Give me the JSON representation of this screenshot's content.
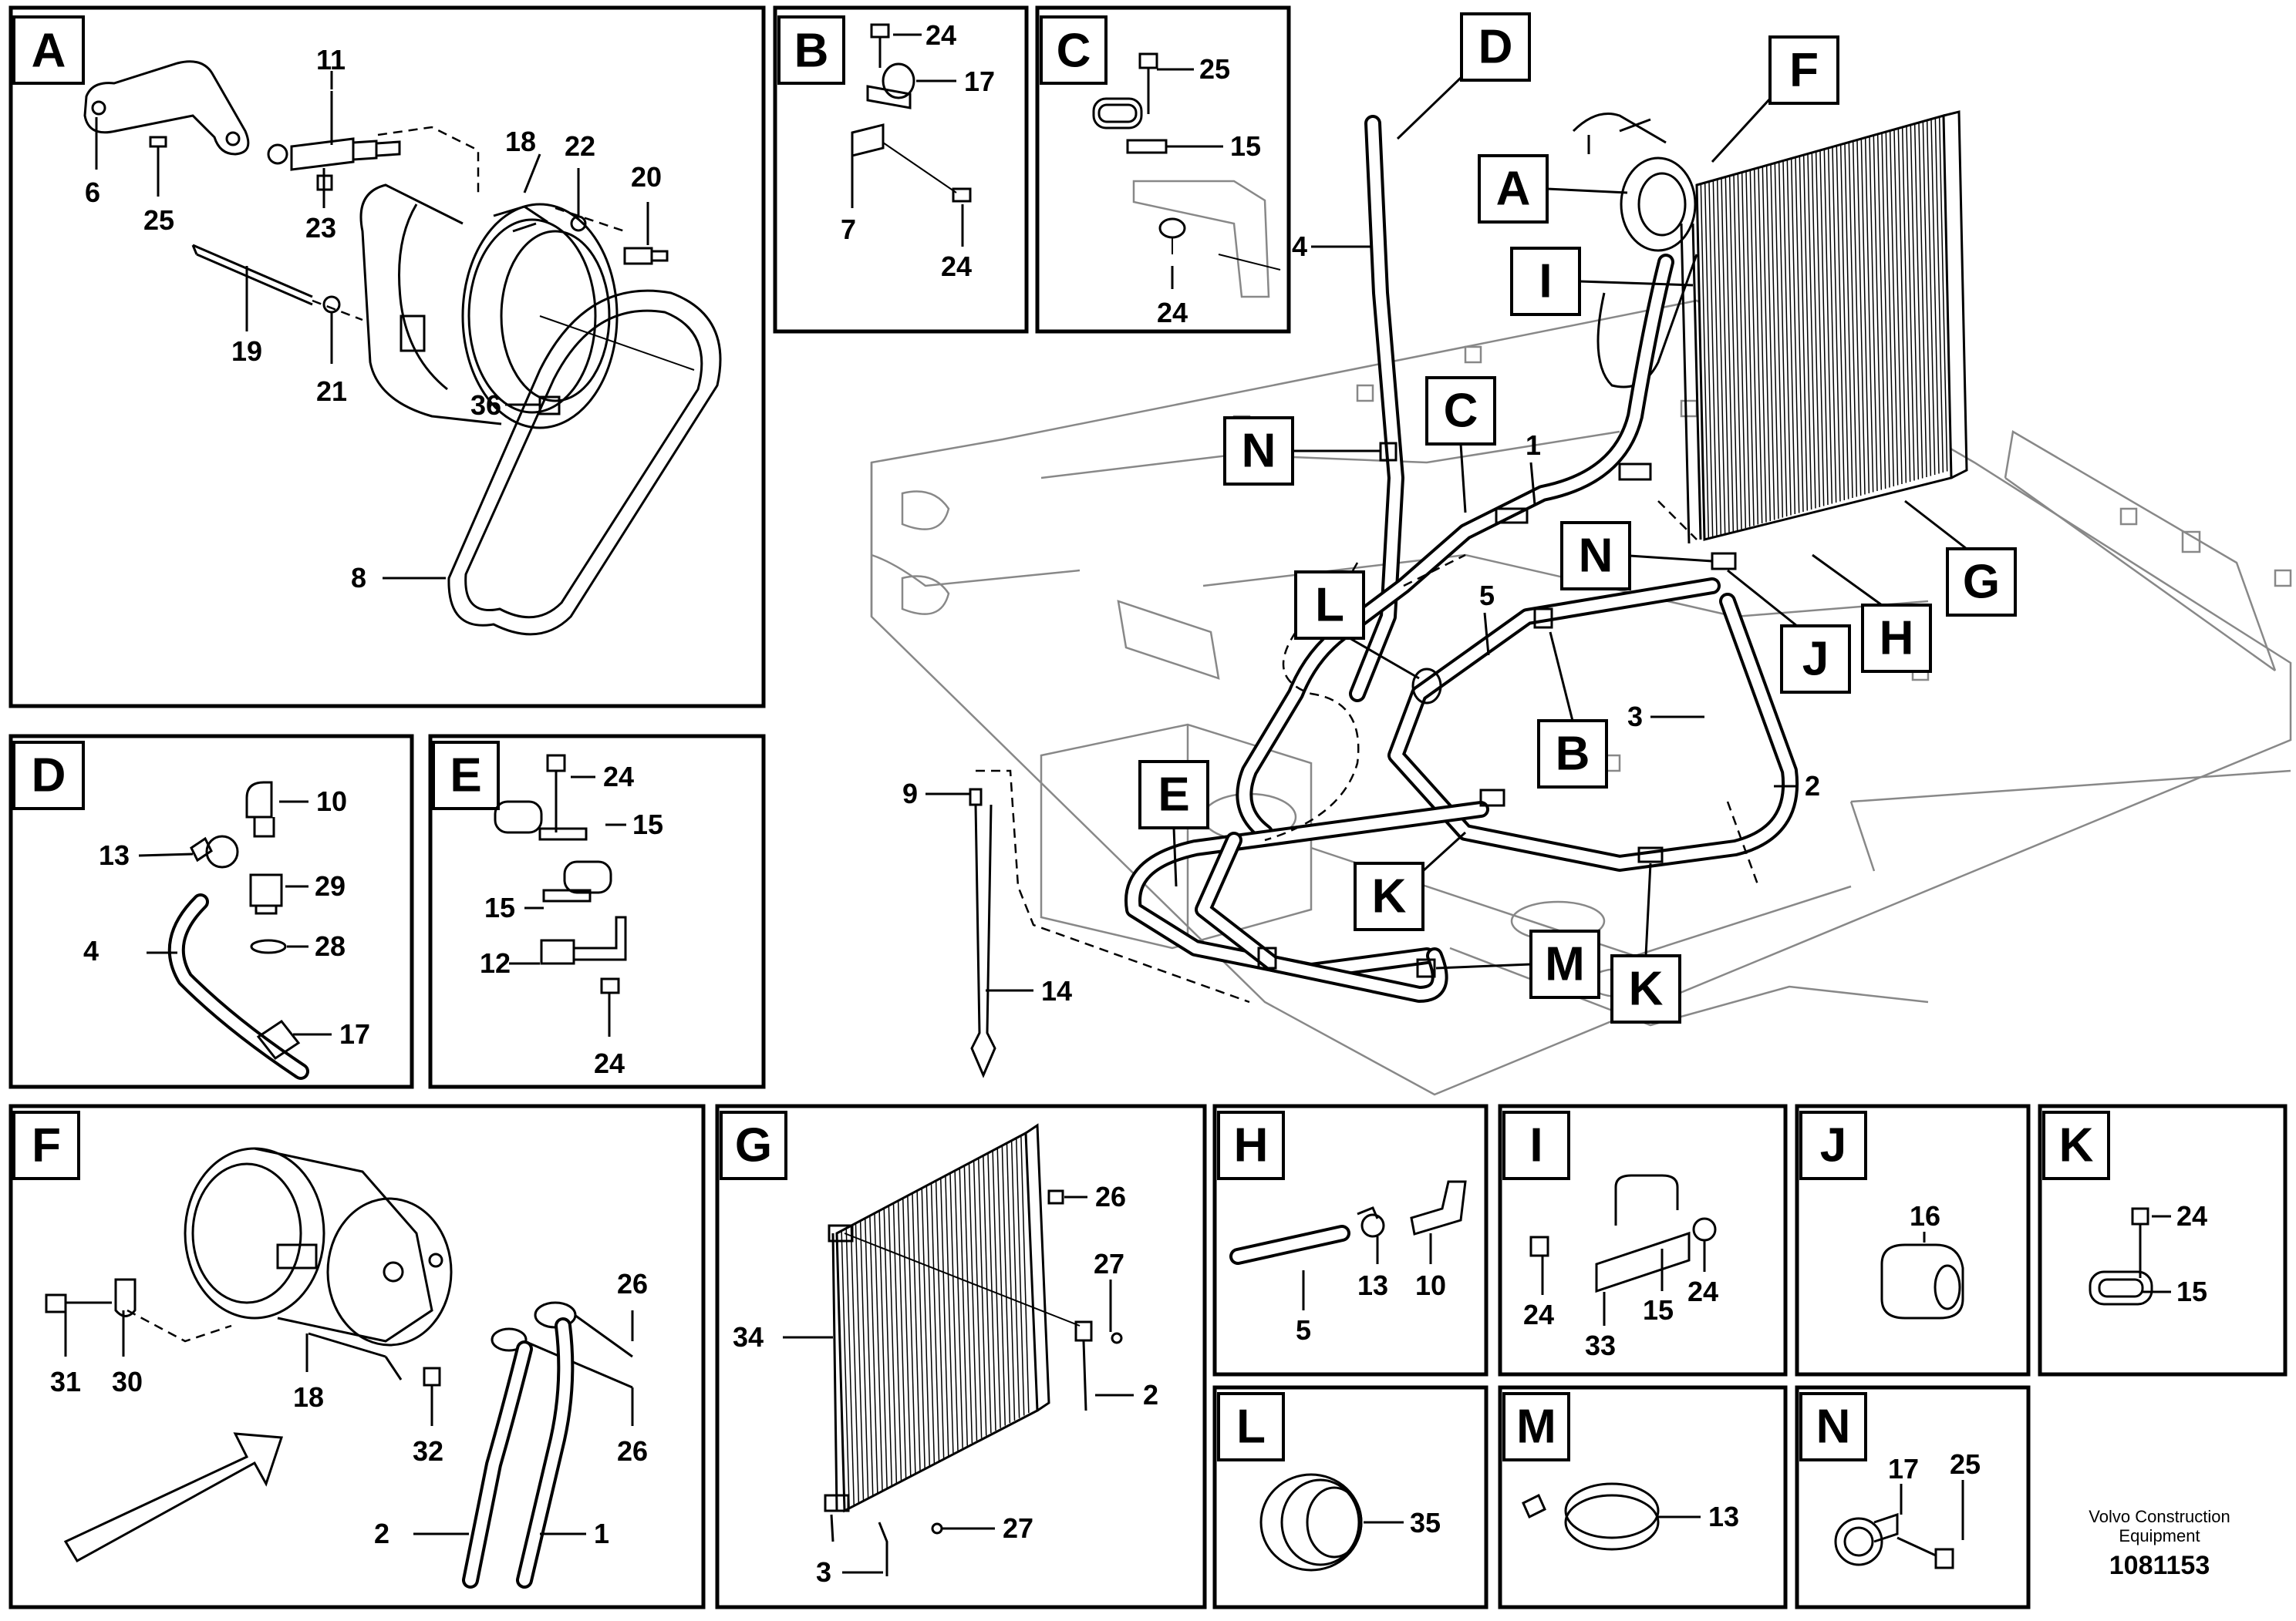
{
  "panels": {
    "A": {
      "letter": "A",
      "labels": [
        "11",
        "18",
        "22",
        "20",
        "6",
        "25",
        "23",
        "19",
        "21",
        "36",
        "8"
      ]
    },
    "B": {
      "letter": "B",
      "labels": [
        "24",
        "17",
        "7",
        "24"
      ]
    },
    "C": {
      "letter": "C",
      "labels": [
        "25",
        "15",
        "24"
      ]
    },
    "D": {
      "letter": "D",
      "labels": [
        "10",
        "13",
        "29",
        "4",
        "28",
        "17"
      ]
    },
    "E": {
      "letter": "E",
      "labels": [
        "24",
        "15",
        "15",
        "12",
        "24"
      ]
    },
    "F": {
      "letter": "F",
      "labels": [
        "31",
        "30",
        "18",
        "26",
        "32",
        "26",
        "2",
        "1"
      ]
    },
    "G": {
      "letter": "G",
      "labels": [
        "26",
        "27",
        "34",
        "2",
        "27",
        "3"
      ]
    },
    "H": {
      "letter": "H",
      "labels": [
        "5",
        "13",
        "10"
      ]
    },
    "I": {
      "letter": "I",
      "labels": [
        "24",
        "33",
        "15",
        "24"
      ]
    },
    "J": {
      "letter": "J",
      "labels": [
        "16"
      ]
    },
    "K": {
      "letter": "K",
      "labels": [
        "24",
        "15"
      ]
    },
    "L": {
      "letter": "L",
      "labels": [
        "35"
      ]
    },
    "M": {
      "letter": "M",
      "labels": [
        "13"
      ]
    },
    "N": {
      "letter": "N",
      "labels": [
        "17",
        "25"
      ]
    }
  },
  "main_view": {
    "callouts": [
      "D",
      "F",
      "A",
      "I",
      "N",
      "C",
      "N",
      "L",
      "B",
      "J",
      "H",
      "G",
      "E",
      "K",
      "M",
      "K"
    ],
    "labels": [
      "4",
      "1",
      "5",
      "3",
      "2",
      "9",
      "14"
    ]
  },
  "footer": {
    "company_line1": "Volvo Construction",
    "company_line2": "Equipment",
    "part_number": "1081153"
  }
}
